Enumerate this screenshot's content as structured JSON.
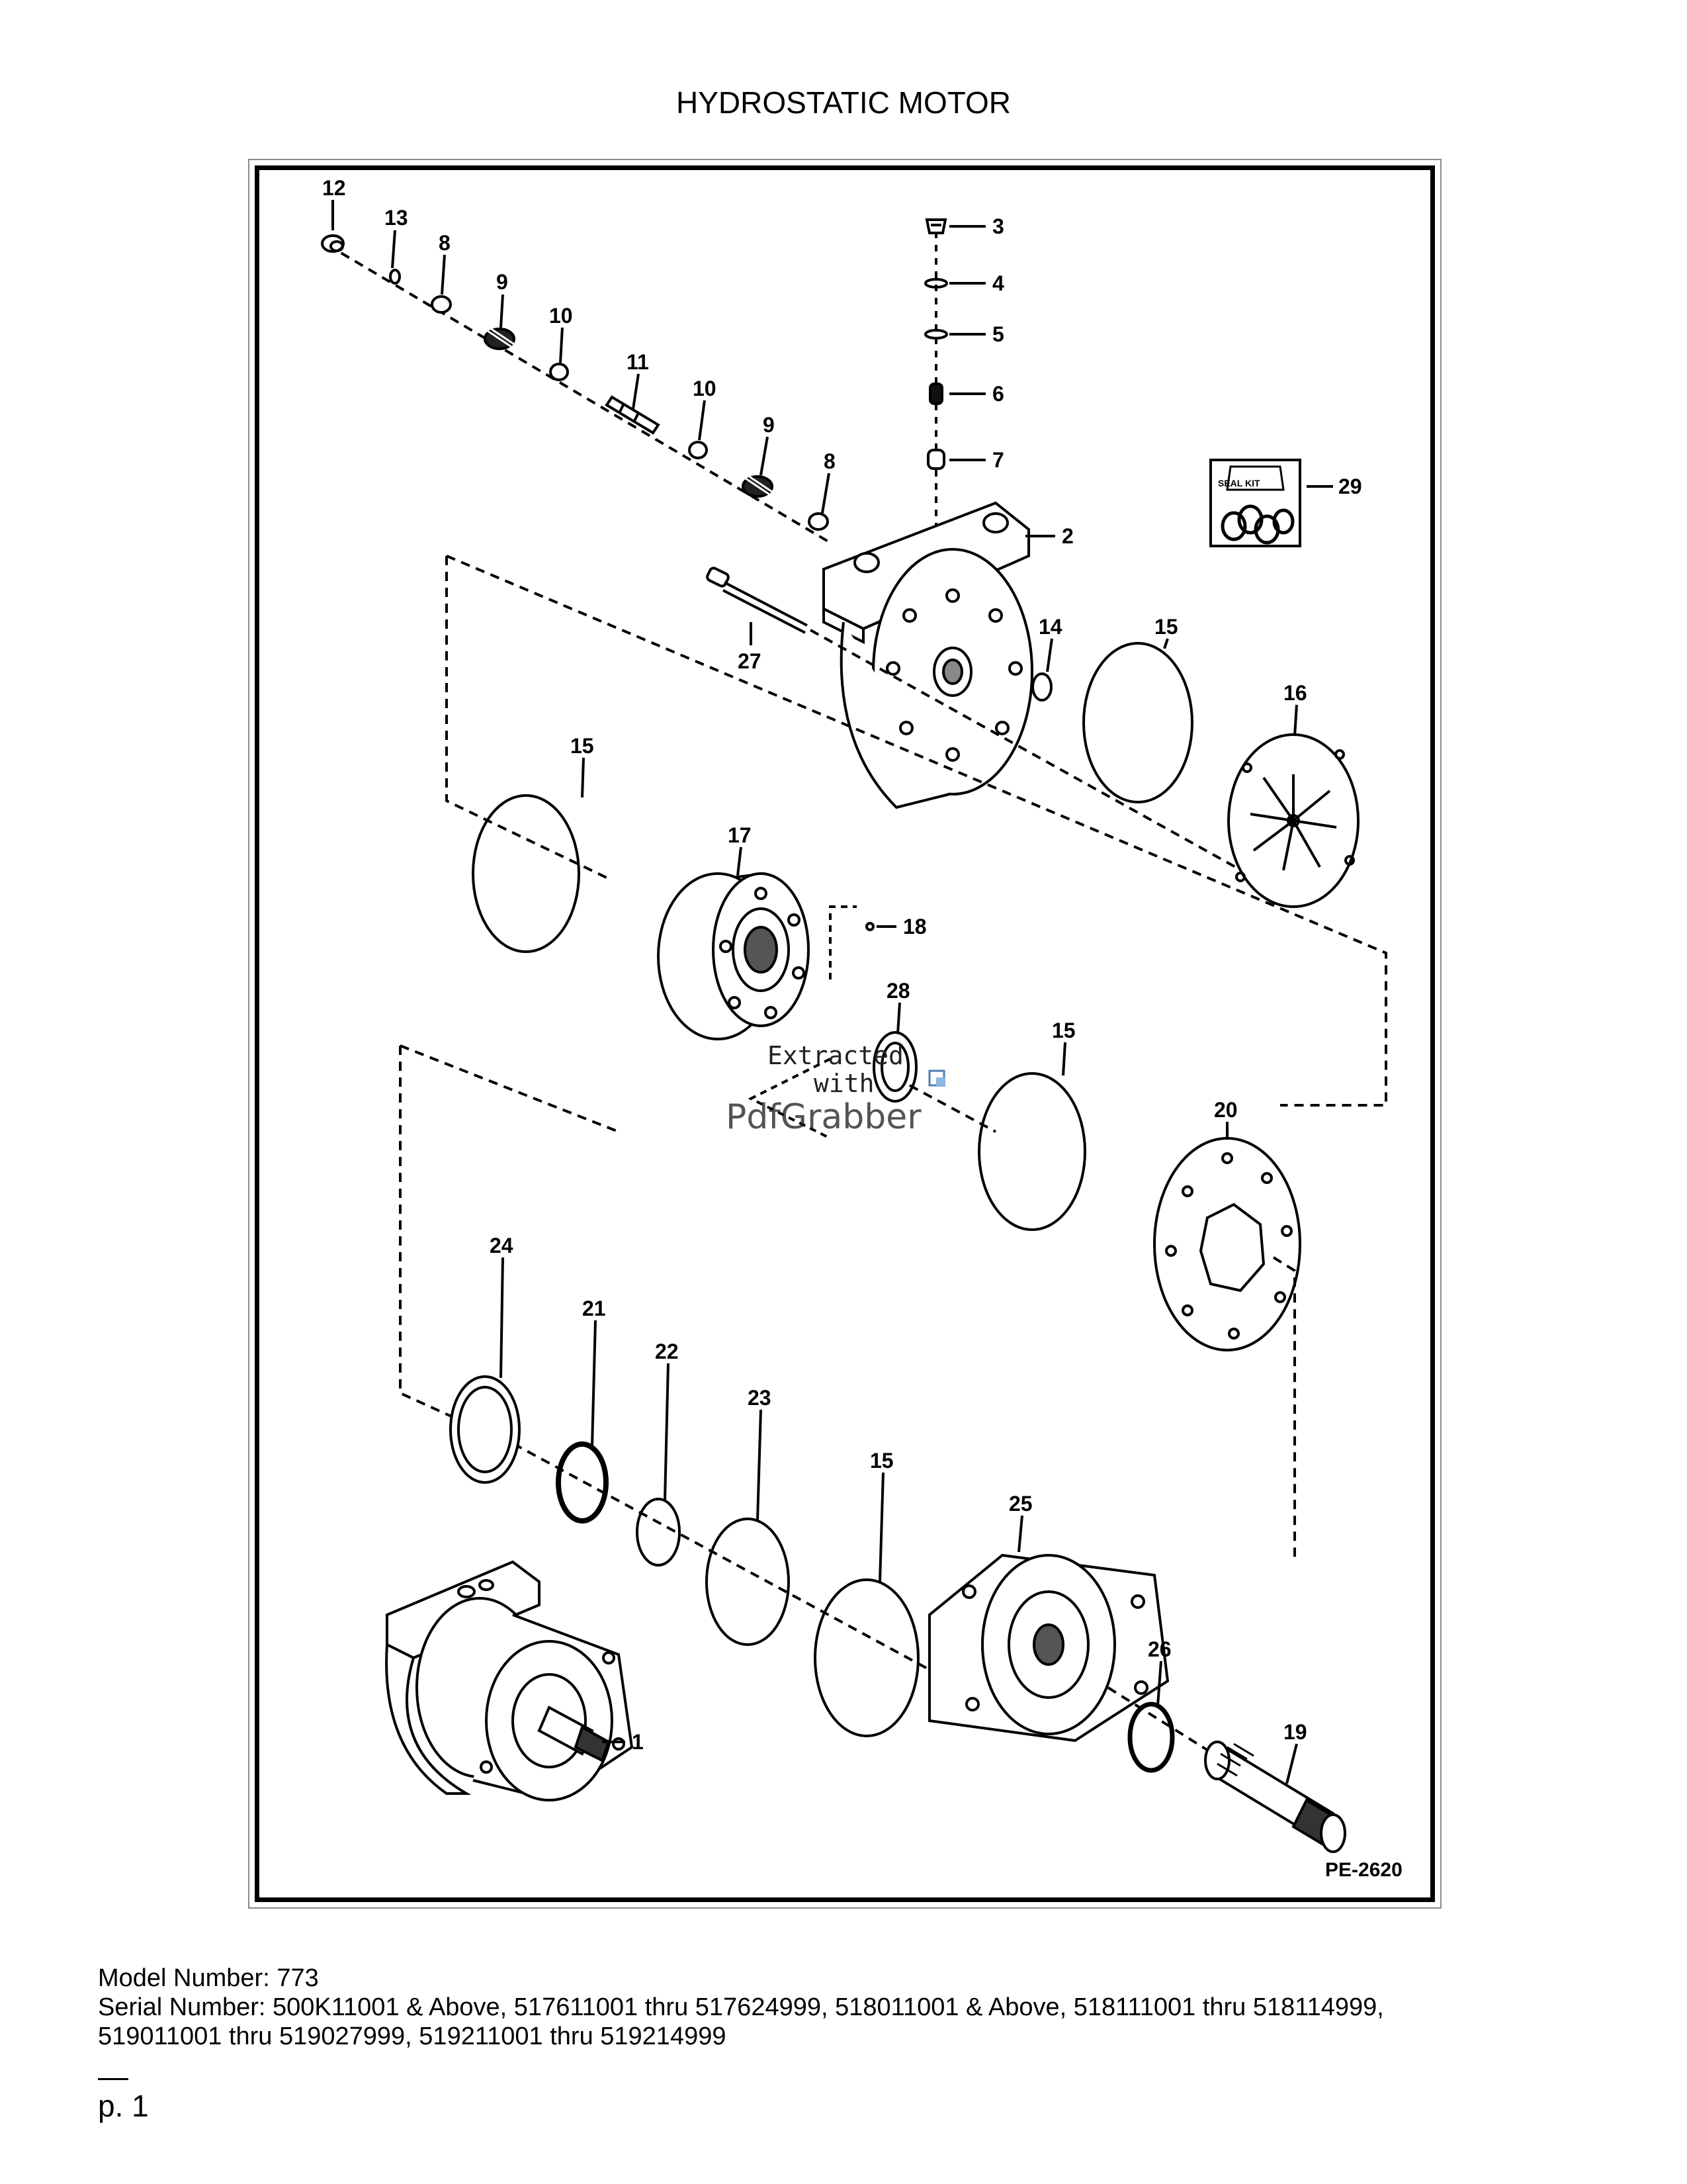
{
  "page": {
    "title": "HYDROSTATIC MOTOR",
    "model_label": "Model Number: 773",
    "serial_line1": "Serial Number: 500K11001 & Above, 517611001 thru 517624999, 518011001 & Above, 518111001 thru 518114999,",
    "serial_line2": "519011001 thru 519027999, 519211001 thru 519214999",
    "page_number": "p. 1"
  },
  "diagram": {
    "figure_code": "PE-2620",
    "seal_kit_label": "SEAL KIT",
    "callouts": [
      "1",
      "2",
      "3",
      "4",
      "5",
      "6",
      "7",
      "8",
      "8",
      "9",
      "9",
      "10",
      "10",
      "11",
      "12",
      "13",
      "14",
      "15",
      "15",
      "15",
      "15",
      "16",
      "17",
      "18",
      "19",
      "20",
      "21",
      "22",
      "23",
      "24",
      "25",
      "26",
      "27",
      "28",
      "29"
    ]
  },
  "watermark": {
    "line1": "Extracted",
    "line2": "with",
    "brand": "PdfGrabber"
  }
}
